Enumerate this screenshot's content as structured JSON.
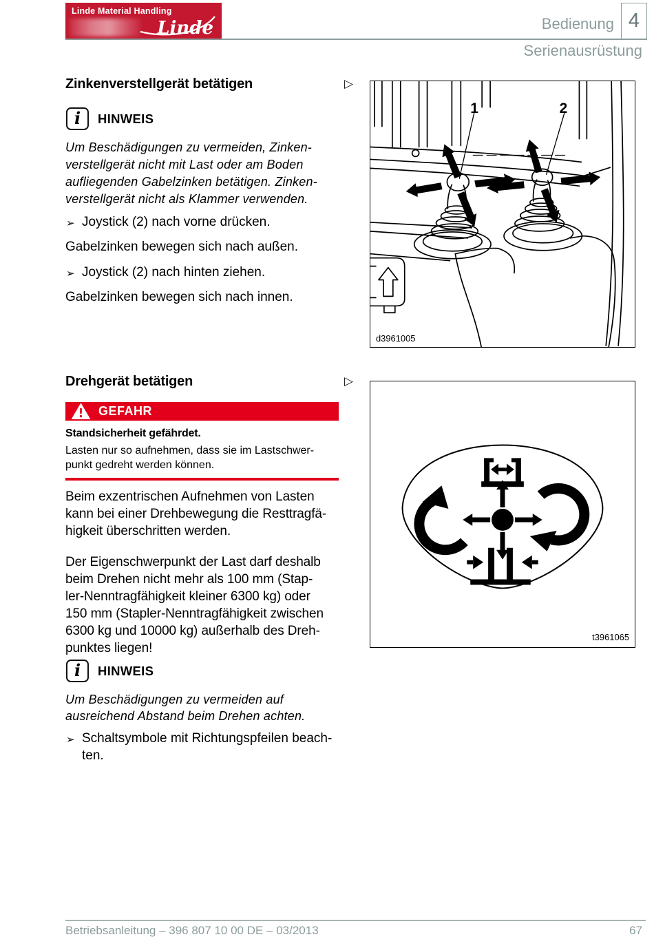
{
  "header": {
    "brand_line": "Linde Material Handling",
    "brand_script": "Linde",
    "chapter_title": "Bedienung",
    "chapter_number": "4",
    "subtitle": "Serienausrüstung"
  },
  "glyphs": {
    "marker": "▷",
    "bullet": "➢",
    "info": "i"
  },
  "note_label": "HINWEIS",
  "section1": {
    "title": "Zinkenverstellgerät betätigen",
    "note_lines": [
      "Um Beschädigungen zu vermeiden, Zinken-",
      "verstellgerät nicht mit Last oder am Boden",
      "aufliegenden Gabelzinken betätigen. Zinken-",
      "verstellgerät nicht als Klammer verwenden."
    ],
    "steps": [
      {
        "text": "Joystick (2) nach vorne drücken."
      },
      {
        "text": "Gabelzinken bewegen sich nach außen."
      },
      {
        "text": "Joystick (2) nach hinten ziehen."
      },
      {
        "text": "Gabelzinken bewegen sich nach innen."
      }
    ],
    "figure": {
      "code": "d3961005",
      "label_1": "1",
      "label_2": "2"
    }
  },
  "section2": {
    "title": "Drehgerät betätigen",
    "danger_label": "GEFAHR",
    "danger_heading": "Standsicherheit gefährdet.",
    "danger_lines": [
      "Lasten nur so aufnehmen, dass sie im Lastschwer-",
      "punkt gedreht werden können."
    ],
    "para1_lines": [
      "Beim exzentrischen Aufnehmen von Lasten",
      "kann bei einer Drehbewegung die Resttragfä-",
      "higkeit überschritten werden."
    ],
    "para2_lines": [
      "Der Eigenschwerpunkt der Last darf deshalb",
      "beim Drehen nicht mehr als 100 mm (Stap-",
      "ler-Nenntragfähigkeit kleiner 6300 kg) oder",
      "150 mm (Stapler-Nenntragfähigkeit zwischen",
      "6300 kg und 10000 kg) außerhalb des Dreh-",
      "punktes liegen!"
    ],
    "note_lines": [
      "Um Beschädigungen zu vermeiden auf",
      "ausreichend Abstand beim Drehen achten."
    ],
    "step_lines": [
      "Schaltsymbole mit Richtungspfeilen beach-",
      "ten."
    ],
    "figure": {
      "code": "t3961065"
    }
  },
  "footer": {
    "left": "Betriebsanleitung – 396 807 10 00 DE – 03/2013",
    "page_number": "67"
  },
  "colors": {
    "linde_red": "#c41830",
    "danger_red": "#e2001a",
    "header_gray": "#8c9c9c"
  }
}
